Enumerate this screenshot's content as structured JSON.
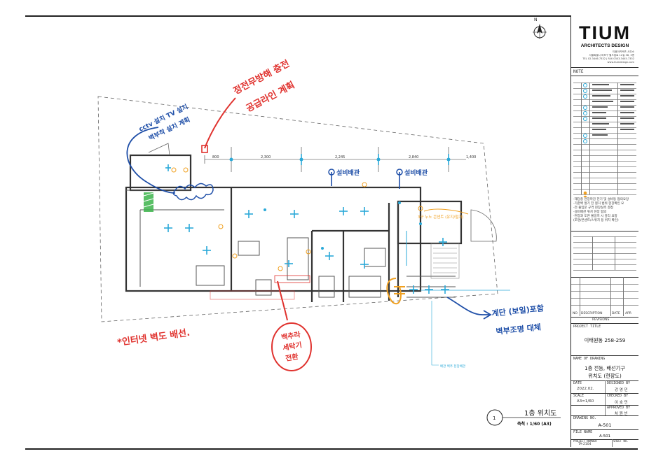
{
  "title_block": {
    "logo": "TIUM",
    "logo_sub": "ARCHITECTS DESIGN",
    "address_lines": [
      "티움아키텍츠 사무소",
      "서울특별시 마포구 월드컵로 12길 38, 3층",
      "TEL 02.3446.7332 | FAX 0303.3445.7332",
      "www.tiumdesign.com"
    ],
    "note_label": "NOTE",
    "notes": [
      "-해당층 천장마감 전기 및 설비등 협의요망",
      "-기존벽 헐기 전 철거 범위 현장확인 요",
      "-전 출입문 규격 현장실측 결정",
      "-설비배관 위치 현장 협의",
      "-현장과 도면 불일치 시 감리 요청",
      "(조명/콘센트/스위치 등 위치 확인)"
    ],
    "rev_headers": [
      "NO",
      "DESCRIPTION",
      "DATE",
      "APR"
    ],
    "revisions": "REVISIONS",
    "project_title_label": "PROJECT TITLE",
    "project_title": "이태원동 258-259",
    "drawing_title_label": "NAME OF DRAWING",
    "drawing_title_1": "1층 전등, 배선기구",
    "drawing_title_2": "위치도 (현장도)",
    "date_label": "DATE",
    "date": "2022.02.",
    "designed_label": "DESIGNED BY",
    "designed": "강 영 민",
    "scale_label": "SCALE",
    "scale": "A3=1/60",
    "checked_label": "CHECKED BY",
    "checked": "이 호 민",
    "approved_label": "APPROVED BY",
    "approved": "차 원 빈",
    "drawing_no_label": "DRAWING NO.",
    "drawing_no": "A-501",
    "file_label": "FILE NAME",
    "file_name": "A-501",
    "project_no_label": "PROJECT NUMBER",
    "project_no": "TA-2104",
    "sheet_no_label": "SHEET NO."
  },
  "caption": {
    "number": "1",
    "title": "1층 위치도",
    "scale": "축척 : 1/60 (A3)"
  },
  "north": "N",
  "dimensions": [
    "800",
    "2,300",
    "2,245",
    "2,840",
    "1,400"
  ],
  "annotations": {
    "red_top": [
      "정전무방해 충전",
      "공급라인 계획"
    ],
    "red_left": "*인터넷 벽도 배선.",
    "red_bottom": [
      "백추라",
      "세탁기",
      "전환"
    ],
    "blue_left": [
      "cctv 설치 TV 설치",
      "벽부착 설치 계획"
    ],
    "blue_mid_1": "설비배관",
    "blue_mid_2": "설비배관",
    "blue_right": [
      "계단 (보일)포함",
      "벽부조명 대체"
    ],
    "orange_right": "3구 누노 콘센트 (유지/철거)",
    "floor_note": "배관 벽추 천장배관"
  },
  "colors": {
    "red": "#e0322e",
    "blue": "#1f4fa8",
    "orange": "#f0a020",
    "cyan": "#2aa9d8",
    "yellow": "#e8c020",
    "green": "#3cb44b"
  }
}
